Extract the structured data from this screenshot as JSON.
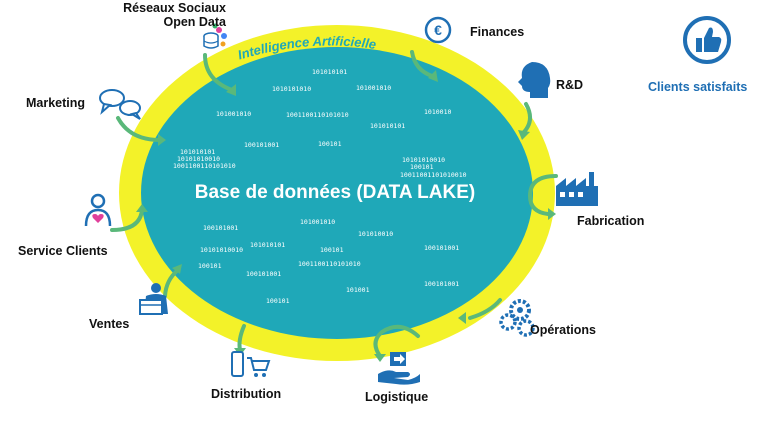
{
  "center": {
    "title": "Base de données (DATA LAKE)",
    "ring_label": "Intelligence Artificielle"
  },
  "binary_fragments": [
    "101010101",
    "1010101010",
    "101001010",
    "101001010",
    "1001100110101010",
    "1010010",
    "101010101",
    "100101001",
    "100101",
    "101010101",
    "10101010010",
    "1001100110101010",
    "10101010010",
    "100101",
    "10011001101010010",
    "100101001",
    "101001010",
    "101010010",
    "101010101",
    "100101001",
    "100101",
    "1001100110101010",
    "100101001",
    "101001",
    "100101001",
    "100101",
    "10101010010",
    "100101"
  ],
  "departments": [
    {
      "id": "social",
      "label_lines": [
        "Réseaux Sociaux",
        "Open Data"
      ],
      "icon": "database-social-icon"
    },
    {
      "id": "finances",
      "label_lines": [
        "Finances"
      ],
      "icon": "euro-icon"
    },
    {
      "id": "rd",
      "label_lines": [
        "R&D"
      ],
      "icon": "head-profile-icon"
    },
    {
      "id": "fabrication",
      "label_lines": [
        "Fabrication"
      ],
      "icon": "factory-icon"
    },
    {
      "id": "operations",
      "label_lines": [
        "Opérations"
      ],
      "icon": "gears-icon"
    },
    {
      "id": "logistique",
      "label_lines": [
        "Logistique"
      ],
      "icon": "delivery-hand-icon"
    },
    {
      "id": "distribution",
      "label_lines": [
        "Distribution"
      ],
      "icon": "mobile-cart-icon"
    },
    {
      "id": "ventes",
      "label_lines": [
        "Ventes"
      ],
      "icon": "seller-box-icon"
    },
    {
      "id": "service",
      "label_lines": [
        "Service Clients"
      ],
      "icon": "customer-heart-icon"
    },
    {
      "id": "marketing",
      "label_lines": [
        "Marketing"
      ],
      "icon": "speech-bubbles-icon"
    }
  ],
  "clients": {
    "label": "Clients satisfaits",
    "icon": "thumbs-up-icon"
  },
  "colors": {
    "ring": "#f3f229",
    "lake": "#1fa8b8",
    "arrow": "#5ab87a",
    "icon_blue": "#1f6fb4",
    "text": "#111111"
  }
}
